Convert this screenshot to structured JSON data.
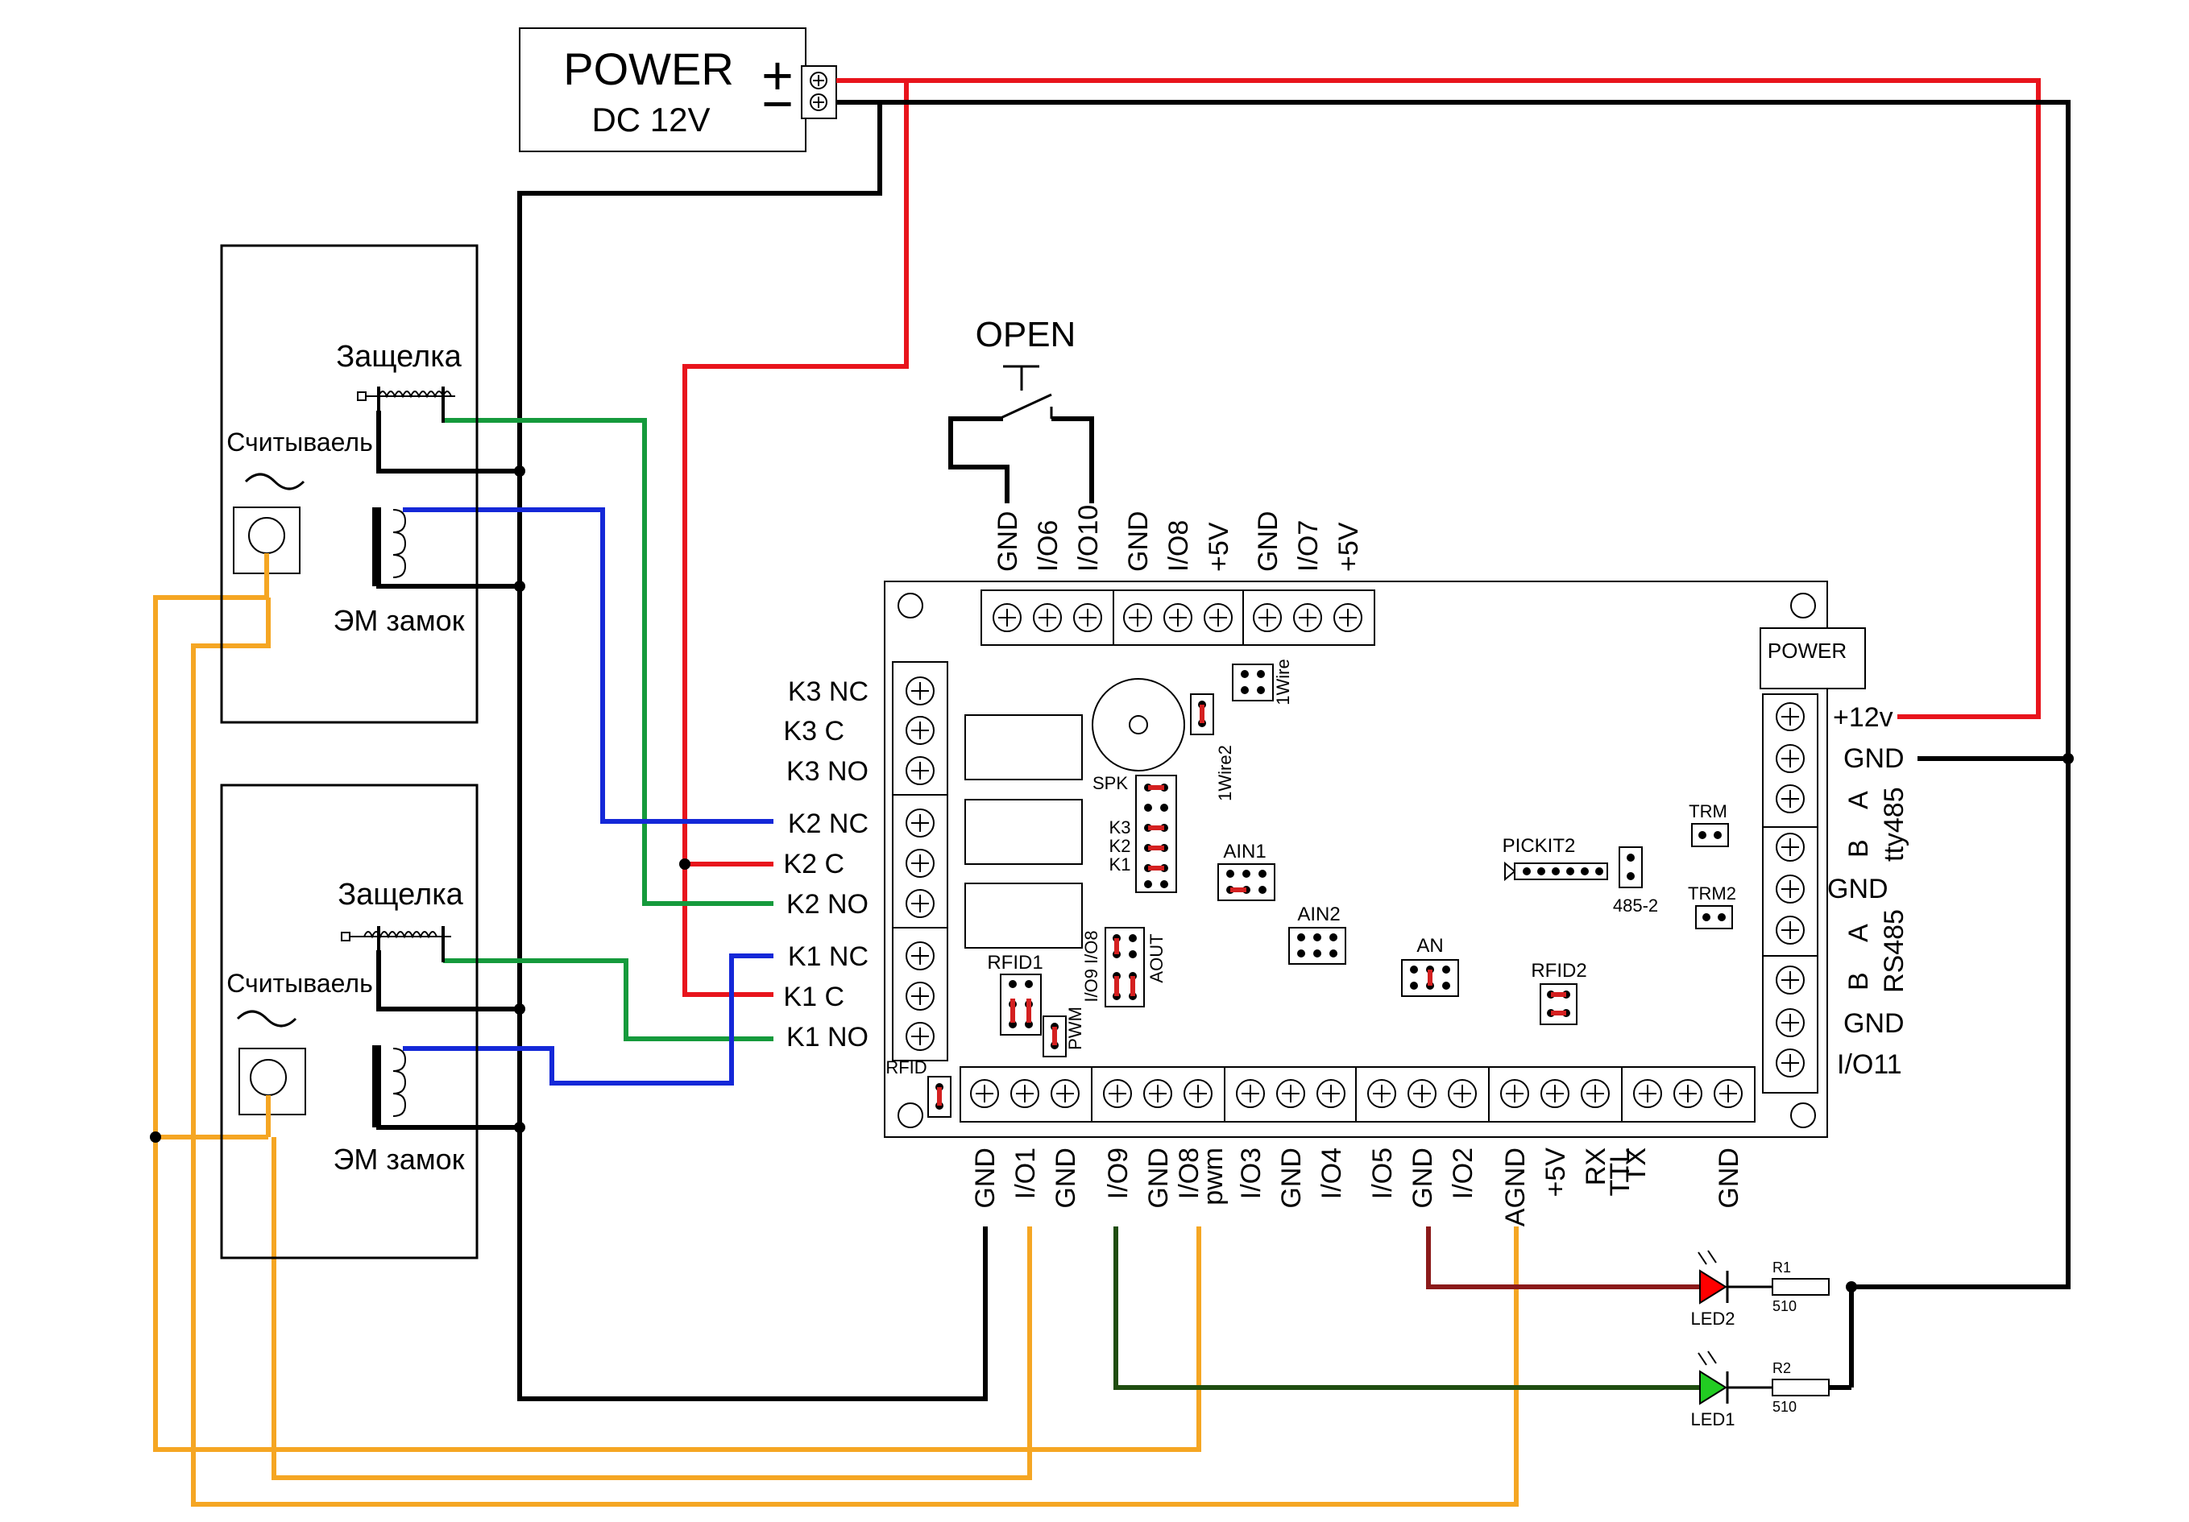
{
  "power_supply": {
    "title": "POWER",
    "subtitle": "DC 12V",
    "plus": "+",
    "minus": "−"
  },
  "open_button": "OPEN",
  "door1": {
    "latch": "Защелка",
    "reader": "Считываель",
    "lock": "ЭМ замок"
  },
  "door2": {
    "latch": "Защелка",
    "reader": "Считываель",
    "lock": "ЭМ замок"
  },
  "relay_labels": [
    "K3 NC",
    "K3 C",
    "K3 NO",
    "K2 NC",
    "K2 C",
    "K2 NO",
    "K1 NC",
    "K1 C",
    "K1 NO"
  ],
  "top_pins": [
    "GND",
    "I/O6",
    "I/O10",
    "GND",
    "I/O8",
    "+5V",
    "GND",
    "I/O7",
    "+5V"
  ],
  "right_pins": {
    "plus12": "+12v",
    "gnd1": "GND",
    "a1": "A",
    "b1": "B",
    "tty": "tty485",
    "gnd2": "GND",
    "a2": "A",
    "b2": "B",
    "rs": "RS485",
    "gnd3": "GND",
    "io11": "I/O11"
  },
  "bottom_pins": [
    "GND",
    "I/O1",
    "GND",
    "I/O9",
    "GND",
    "I/O8",
    "pwm",
    "I/O3",
    "GND",
    "I/O4",
    "I/O5",
    "GND",
    "I/O2",
    "AGND",
    "+5V",
    "RX",
    "TTL",
    "TX",
    "GND"
  ],
  "board_labels": {
    "power": "POWER",
    "spk": "SPK",
    "k3": "K3",
    "k2": "K2",
    "k1": "K1",
    "wire1": "1Wire",
    "wire2": "1Wire2",
    "ain1": "AIN1",
    "ain2": "AIN2",
    "an": "AN",
    "pickit": "PICKIT2",
    "p4852": "485-2",
    "trm": "TRM",
    "trm2": "TRM2",
    "rfid1": "RFID1",
    "rfid2": "RFID2",
    "rfid": "RFID",
    "pwm": "PWM",
    "io9io8": "I/O9 I/O8",
    "aout": "AOUT"
  },
  "components": {
    "led2": "LED2",
    "led1": "LED1",
    "r1": "R1",
    "r2": "R2",
    "r1_value": "510",
    "r2_value": "510"
  },
  "colors": {
    "red_wire": "#e8141c",
    "black_wire": "#000000",
    "green_wire": "#159a3c",
    "blue_wire": "#1428d8",
    "orange_wire": "#f5a623",
    "darkred_wire": "#8b1a1a",
    "darkgreen_wire": "#1f4d10",
    "jumper": "#d42020",
    "led_red": "#ff0000",
    "led_green": "#22cc22"
  }
}
